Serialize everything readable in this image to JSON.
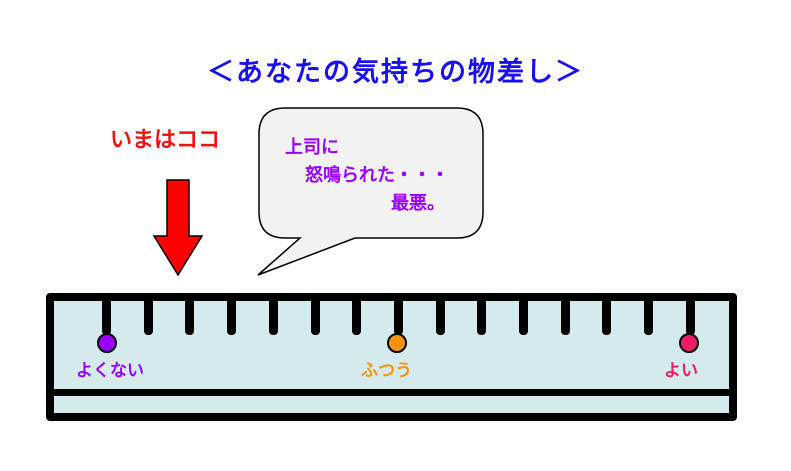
{
  "title": "＜あなたの気持ちの物差し＞",
  "here_label": "いまはココ",
  "bubble": {
    "line1": "上司に",
    "line2": "怒鳴られた・・・",
    "line3": "最悪。"
  },
  "scale": {
    "bad": {
      "label": "よくない",
      "color": "#9a00ff"
    },
    "normal": {
      "label": "ふつう",
      "color": "#f5940c"
    },
    "good": {
      "label": "よい",
      "color": "#ee1b67"
    }
  },
  "colors": {
    "title": "#1a0ff0",
    "here": "#ee1111",
    "bubble_text": "#9a00ff",
    "arrow": "#ff0000",
    "ruler_fill": "#d5eaec"
  }
}
